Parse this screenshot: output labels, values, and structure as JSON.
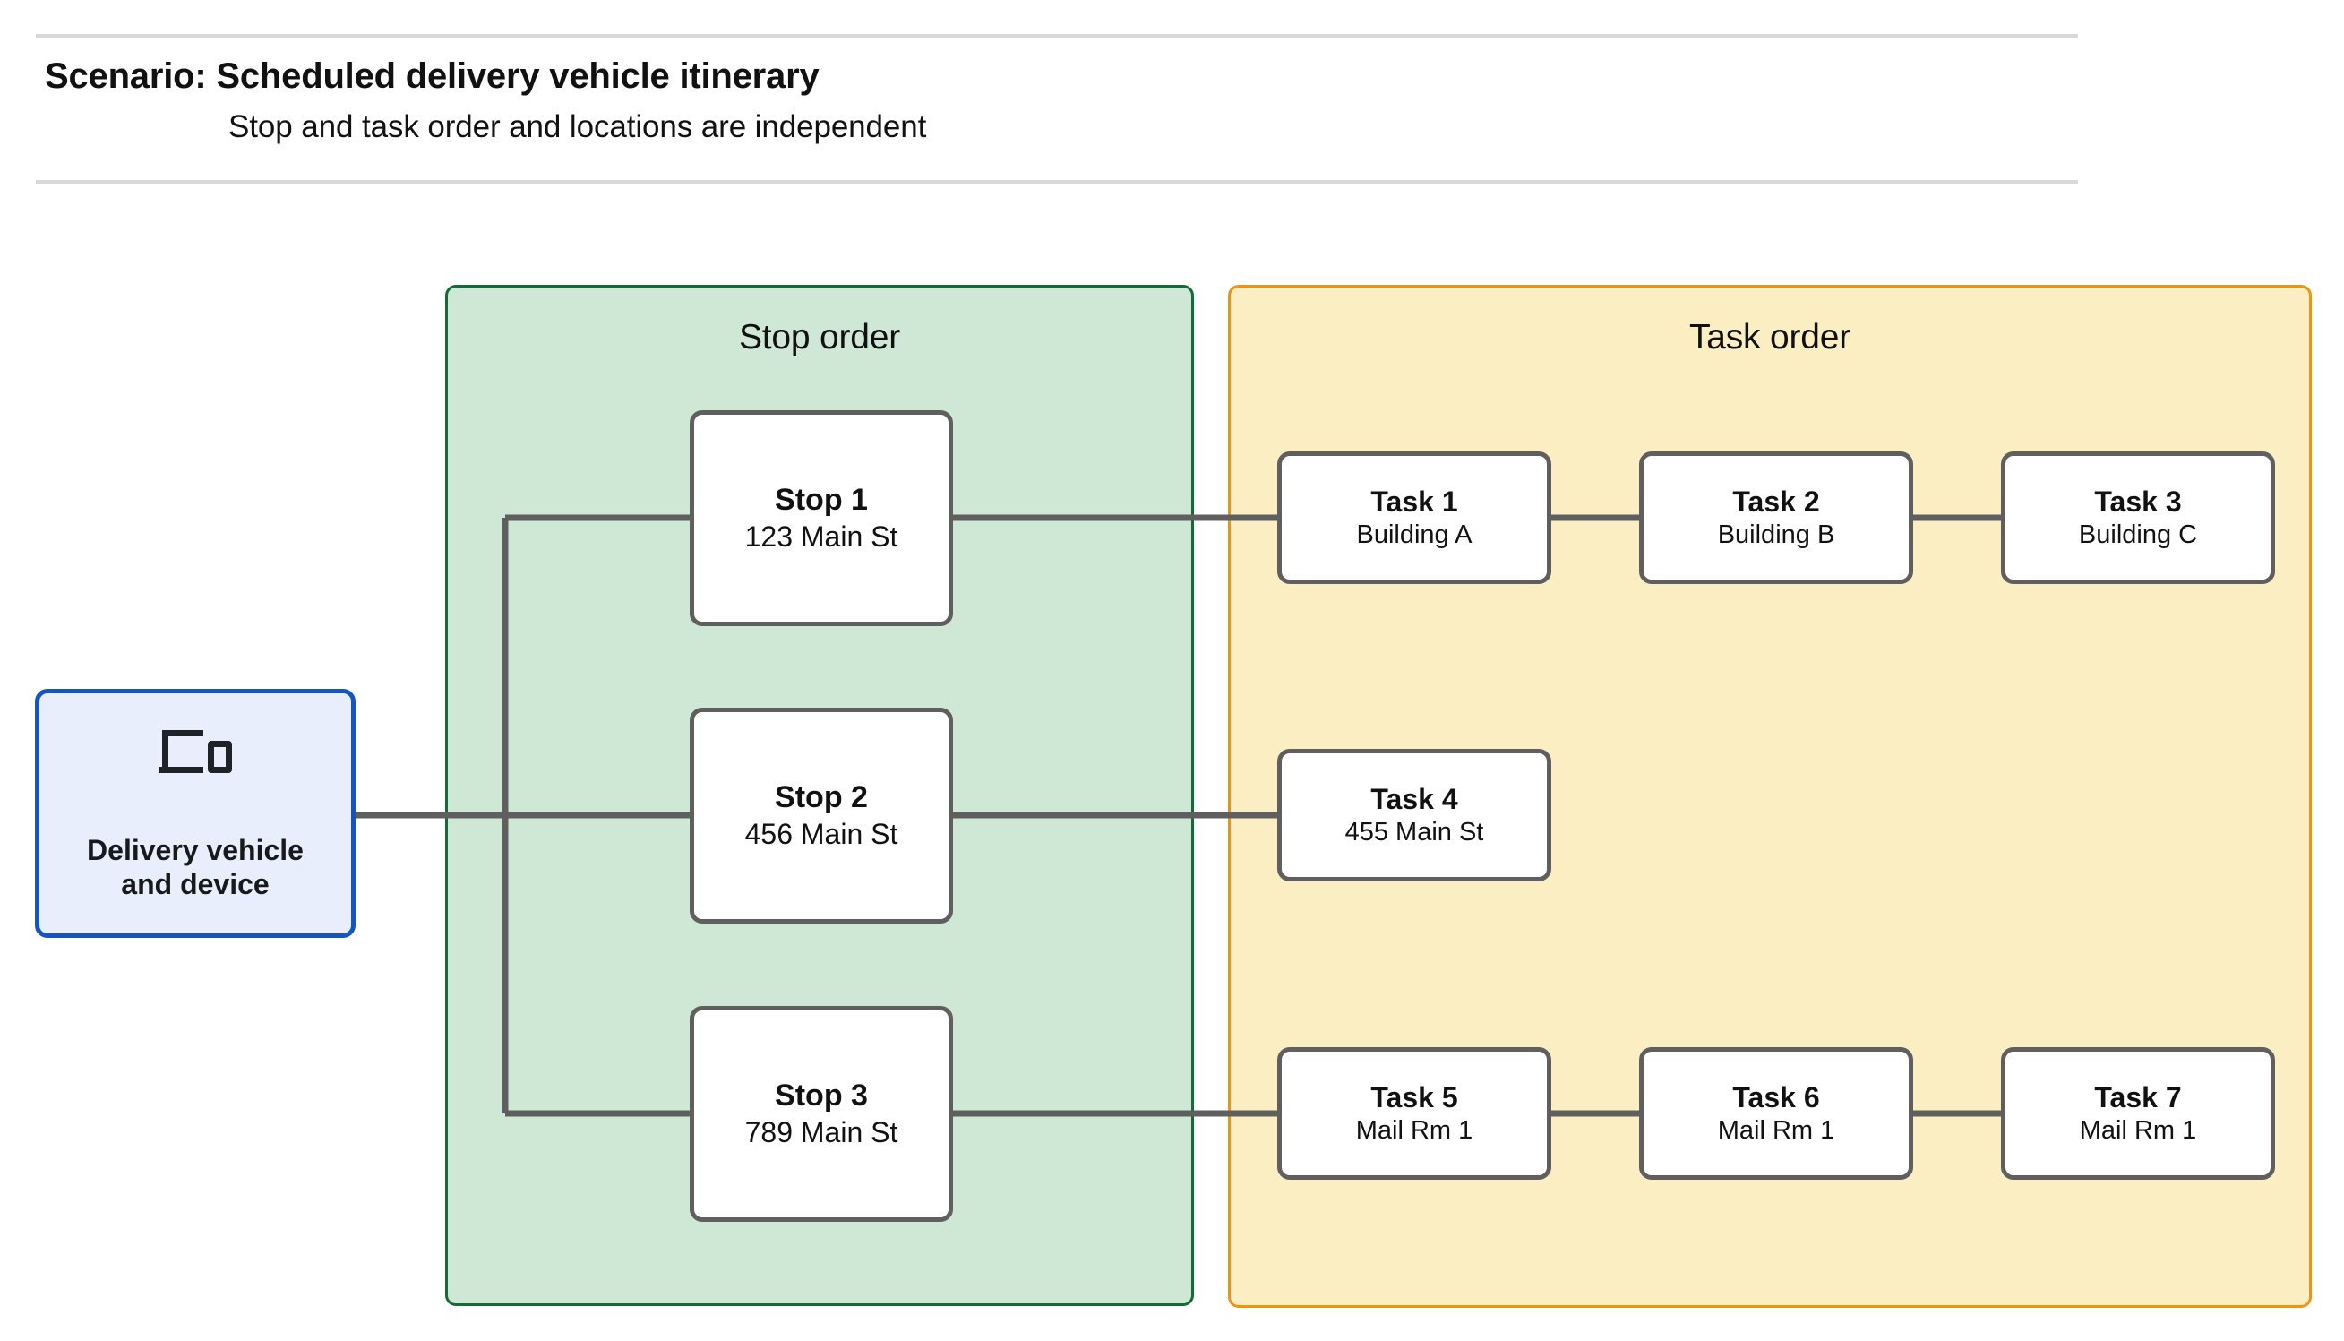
{
  "header": {
    "title": "Scenario: Scheduled delivery vehicle itinerary",
    "subtitle": "Stop and task order and locations are independent"
  },
  "vehicle": {
    "label": "Delivery vehicle\nand device",
    "icon": "devices-icon",
    "border_color": "#1555c0",
    "fill_color": "#e8eefc"
  },
  "stop_group": {
    "title": "Stop order",
    "fill_color": "#cee8d5",
    "border_color": "#136b35",
    "stops": [
      {
        "title": "Stop 1",
        "location": "123 Main St"
      },
      {
        "title": "Stop 2",
        "location": "456 Main St"
      },
      {
        "title": "Stop 3",
        "location": "789 Main St"
      }
    ]
  },
  "task_group": {
    "title": "Task order",
    "fill_color": "#fbeec2",
    "border_color": "#f2930f",
    "rows": [
      {
        "tasks": [
          {
            "title": "Task 1",
            "location": "Building A"
          },
          {
            "title": "Task 2",
            "location": "Building B"
          },
          {
            "title": "Task 3",
            "location": "Building C"
          }
        ]
      },
      {
        "tasks": [
          {
            "title": "Task 4",
            "location": "455 Main St"
          }
        ]
      },
      {
        "tasks": [
          {
            "title": "Task 5",
            "location": "Mail Rm 1"
          },
          {
            "title": "Task 6",
            "location": "Mail Rm 1"
          },
          {
            "title": "Task 7",
            "location": "Mail Rm 1"
          }
        ]
      }
    ]
  },
  "connector_color": "#5f5f5f",
  "divider_color": "#d9d9d9"
}
